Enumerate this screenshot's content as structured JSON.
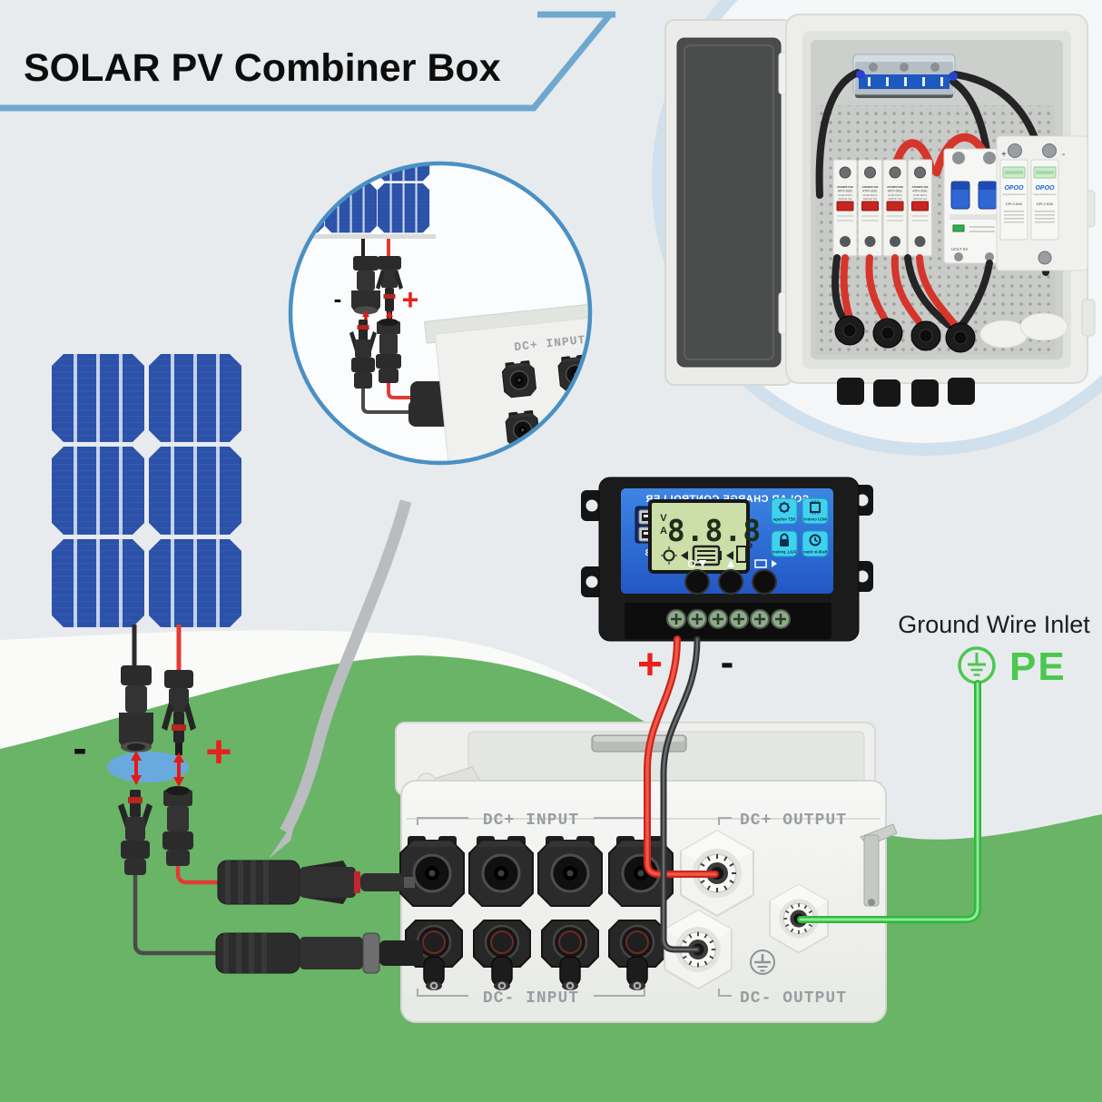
{
  "title": "SOLAR PV Combiner Box",
  "inset": {
    "minus": "-",
    "plus": "+"
  },
  "panel_leads": {
    "minus": "-",
    "plus": "+"
  },
  "combiner_box": {
    "dc_plus_input": "DC+ INPUT",
    "dc_plus_output": "DC+ OUTPUT",
    "dc_minus_input": "DC- INPUT",
    "dc_minus_output": "DC- OUTPUT"
  },
  "controller": {
    "title": "SOLAR CHARGE CONTROLLER",
    "usb_label": "USB",
    "display_value": "8.8.8",
    "volt_label": "V",
    "amp_label": "A",
    "buttons": [
      {
        "label": "SET voltage"
      },
      {
        "label": "MCU control"
      },
      {
        "label": "FULL protect"
      },
      {
        "label": "Built-in timer"
      }
    ],
    "plus": "+",
    "minus": "-"
  },
  "ground": {
    "label": "Ground Wire Inlet",
    "pe": "PE"
  },
  "interior_photo": {
    "fuse_brand": "ATEMPFUSE",
    "fuse_model": "ATPV-30DL",
    "fuse_size": "10x38 30(PV)",
    "fuse_rating": "1000Vdc 32A",
    "breaker_model": "UOLT 63",
    "spd_brand": "OPOO",
    "spd_type": "Surge Protective Device",
    "spd_model": "DPLY-B40",
    "plus": "+",
    "minus": "-"
  },
  "colors": {
    "background": "#e8ebed",
    "ground_green": "#69b467",
    "banner_blue": "#6fa8cf",
    "inset_ring_blue": "#4a90c4",
    "panel_blue": "#2b51a8",
    "wire_red": "#d92b20",
    "wire_black": "#3c3e40",
    "wire_green": "#2eb83c",
    "controller_face_blue": "#2e6fd6",
    "lcd_green": "#ccdfa8",
    "button_cyan": "#3fd2ef",
    "label_gray": "#999ea1"
  }
}
